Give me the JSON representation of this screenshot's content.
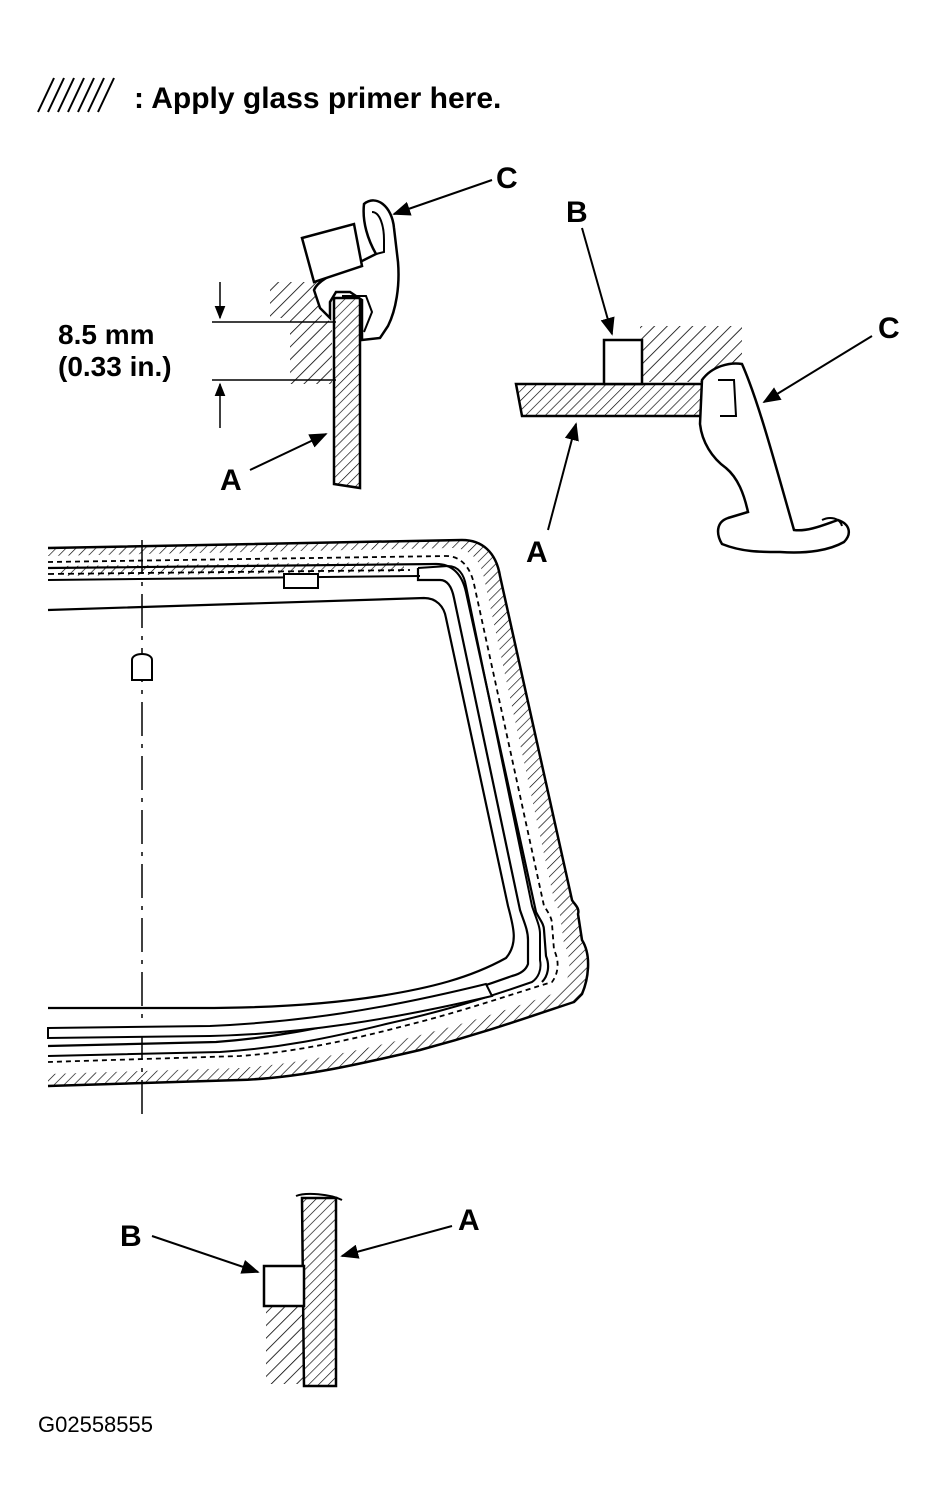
{
  "legend": {
    "text": ": Apply glass primer here."
  },
  "detail_top": {
    "dimension_mm": "8.5 mm",
    "dimension_in": "(0.33 in.)",
    "label_glass": "A",
    "label_molding": "C"
  },
  "detail_right": {
    "label_spacer": "B",
    "label_molding": "C",
    "label_glass": "A"
  },
  "detail_bottom": {
    "label_spacer": "B",
    "label_glass": "A"
  },
  "figure_code": "G02558555",
  "colors": {
    "ink": "#000000",
    "paper": "#ffffff"
  }
}
